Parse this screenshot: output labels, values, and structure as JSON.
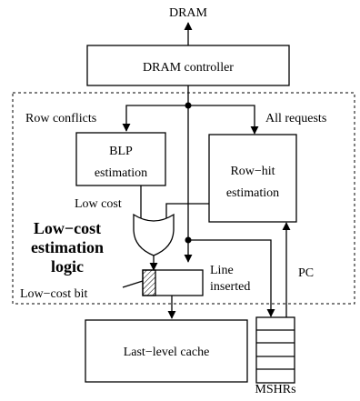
{
  "diagram": {
    "dram_label": "DRAM",
    "dram_controller_label": "DRAM controller",
    "row_conflicts_label": "Row conflicts",
    "all_requests_label": "All requests",
    "blp_estimation_line1": "BLP",
    "blp_estimation_line2": "estimation",
    "row_hit_line1": "Row−hit",
    "row_hit_line2": "estimation",
    "low_cost_label": "Low cost",
    "logic_title_line1": "Low−cost",
    "logic_title_line2": "estimation",
    "logic_title_line3": "logic",
    "line_inserted_line1": "Line",
    "line_inserted_line2": "inserted",
    "low_cost_bit_label": "Low−cost bit",
    "pc_label": "PC",
    "llc_label": "Last−level cache",
    "mshrs_label": "MSHRs"
  }
}
